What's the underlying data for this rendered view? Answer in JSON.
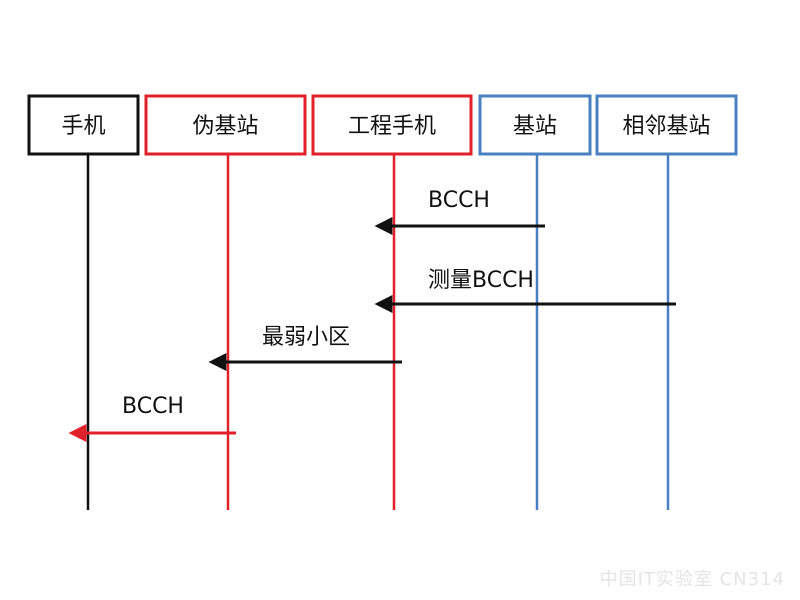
{
  "actors": [
    {
      "id": "phone",
      "label": "手机",
      "color": "#111111"
    },
    {
      "id": "fake_bs",
      "label": "伪基站",
      "color": "#e0202a"
    },
    {
      "id": "eng_phone",
      "label": "工程手机",
      "color": "#e0202a"
    },
    {
      "id": "bs",
      "label": "基站",
      "color": "#4a7fc1"
    },
    {
      "id": "neighbor_bs",
      "label": "相邻基站",
      "color": "#4a7fc1"
    }
  ],
  "messages": [
    {
      "from": "bs",
      "to": "eng_phone",
      "label": "BCCH",
      "color": "#111111"
    },
    {
      "from": "neighbor_bs",
      "to": "eng_phone",
      "label": "测量BCCH",
      "color": "#111111"
    },
    {
      "from": "eng_phone",
      "to": "fake_bs",
      "label": "最弱小区",
      "color": "#111111"
    },
    {
      "from": "fake_bs",
      "to": "phone",
      "label": "BCCH",
      "color": "#e0202a"
    }
  ],
  "watermark": "中国IT实验室 CN314"
}
